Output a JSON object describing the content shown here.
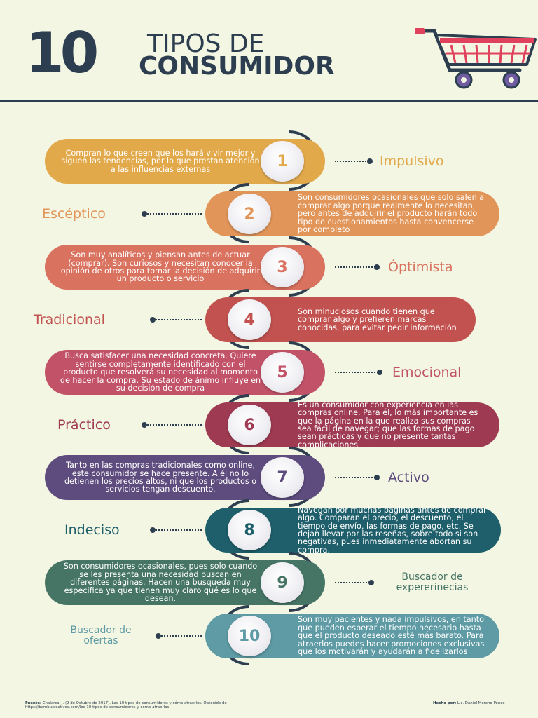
{
  "header": {
    "number": "10",
    "line1": "TIPOS DE",
    "line2": "CONSUMIDOR"
  },
  "colors": {
    "navy": "#2c3e4f",
    "c1": "#e2a94b",
    "c2": "#e29559",
    "c3": "#d9725f",
    "c4": "#c2524f",
    "c5": "#c25268",
    "c6": "#9e3a52",
    "c7": "#5e4c7e",
    "c8": "#1e5f6b",
    "c9": "#467566",
    "c10": "#5f9ba5"
  },
  "items": [
    {
      "num": "1",
      "label": "Impulsivo",
      "desc": "Compran lo que creen que los hará vivir mejor y siguen las tendencias, por lo que prestan atención a las influencias externas"
    },
    {
      "num": "2",
      "label": "Escéptico",
      "desc": "Son consumidores ocasionales que solo salen a comprar algo porque realmente lo necesitan, pero antes de adquirir el producto harán todo tipo de cuestionamientos hasta convencerse por completo"
    },
    {
      "num": "3",
      "label": "Óptimista",
      "desc": "Son muy analíticos y piensan antes de actuar (comprar). Son curiosos y necesitan conocer la opinión de otros para tomar la decisión de adquirir un producto o servicio"
    },
    {
      "num": "4",
      "label": "Tradicional",
      "desc": "Son minuciosos cuando tienen que comprar algo y prefieren marcas conocidas, para evitar pedir información"
    },
    {
      "num": "5",
      "label": "Emocional",
      "desc": "Busca satisfacer una necesidad concreta. Quiere sentirse completamente identificado con el producto que resolverá su necesidad al momento de hacer la compra. Su estado de ánimo influye en su decisión de compra"
    },
    {
      "num": "6",
      "label": "Práctico",
      "desc": "Es un consumidor con experiencia en las compras online. Para él, lo más importante es que la página en la que realiza sus compras sea fácil de navegar; que las formas de pago sean prácticas y que no presente tantas complicaciones"
    },
    {
      "num": "7",
      "label": "Activo",
      "desc": "Tanto en las compras tradicionales como online, este consumidor se hace presente. A él no lo detienen los precios altos, ni que los productos o servicios tengan descuento."
    },
    {
      "num": "8",
      "label": "Indeciso",
      "desc": "Navegan por muchas páginas antes de comprar algo. Comparan el precio, el descuento, el tiempo de envío, las formas de pago, etc. Se dejan llevar por las reseñas, sobre todo si son negativas, pues inmediatamente abortan su compra."
    },
    {
      "num": "9",
      "label": "Buscador de expererinecias",
      "desc": "Son consumidores ocasionales, pues solo cuando se les presenta una necesidad buscan en diferentes páginas. Hacen una busqueda muy especifica ya que tienen muy claro qué es lo que desean."
    },
    {
      "num": "10",
      "label": "Buscador de ofertas",
      "desc": "Son muy pacientes y nada impulsivos, en tanto que pueden esperar el tiempo necesario hasta que el producto deseado esté más barato. Para atraerlos puedes hacer promociones exclusivas que los motivarán y ayudarán a fidelizarlos"
    }
  ],
  "footer": {
    "source_label": "Fuente:",
    "source_text": "Chalarca, J. (9 de Octubre de 2017). Los 10 tipos de consumidores y cómo atraerlos. Obtenido de https://bambucreativos.com/los-10-tipos-de-consumidores-y-como-atraerlos",
    "author_label": "Hecho por:",
    "author_text": "Lic. Daniel Moreno Ponce"
  }
}
